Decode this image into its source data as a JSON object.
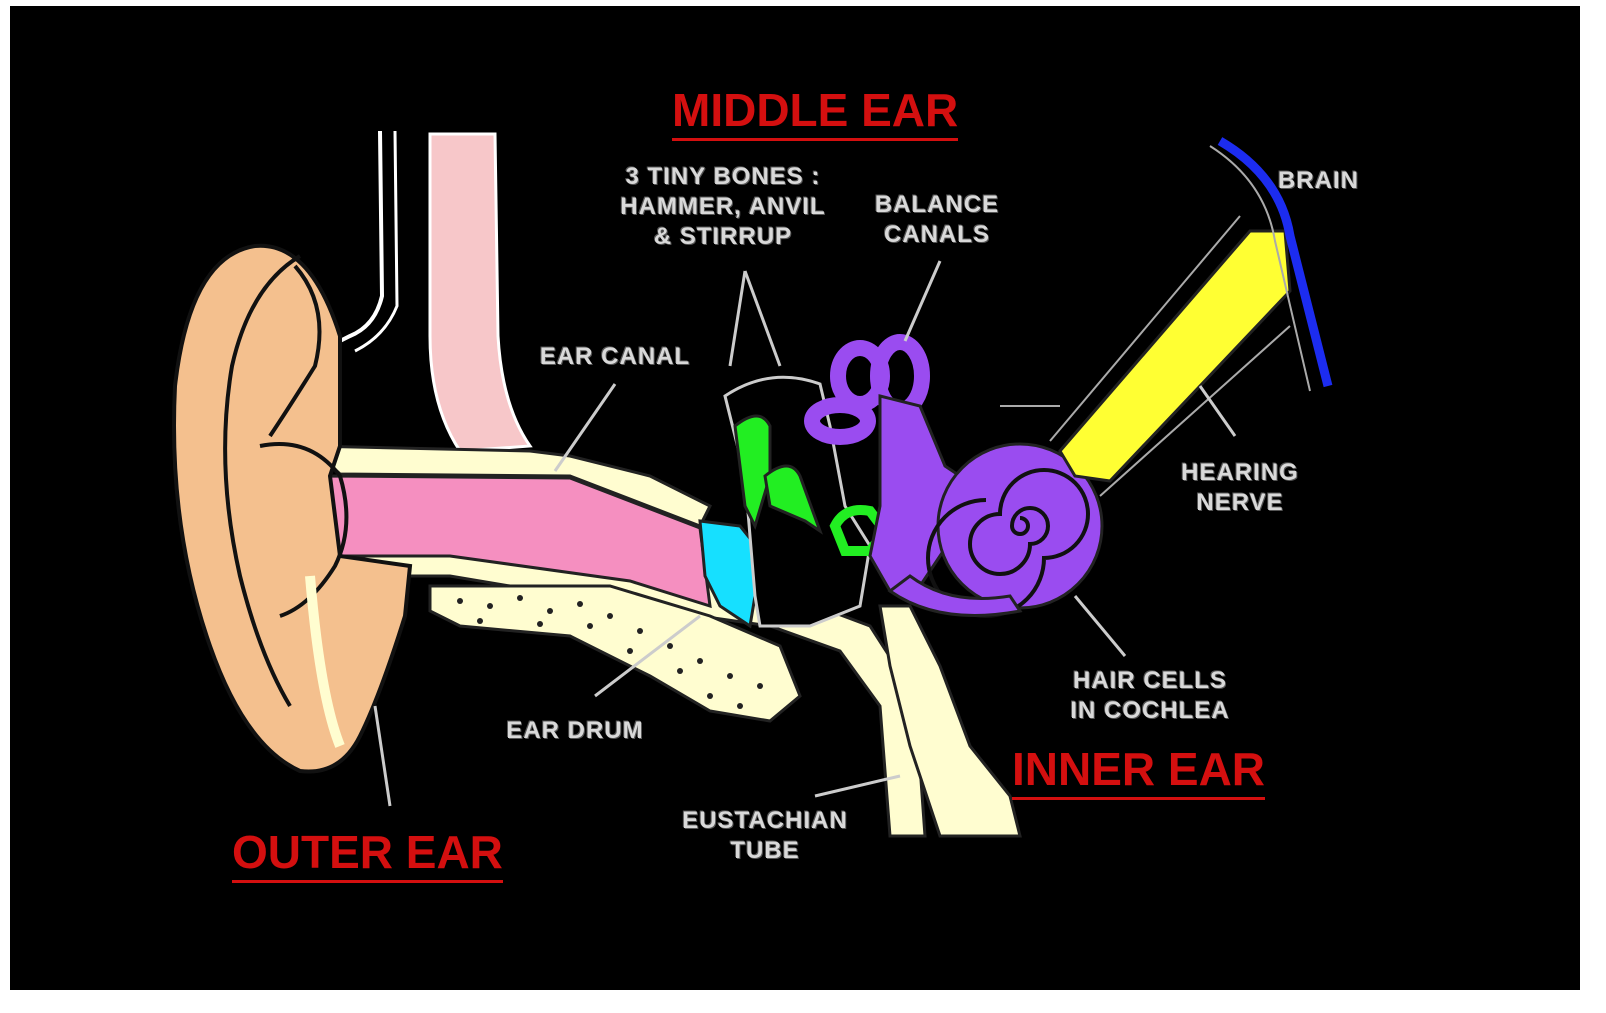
{
  "section_titles": {
    "middle_ear": "MIDDLE EAR",
    "outer_ear": "OUTER EAR",
    "inner_ear": "INNER EAR"
  },
  "labels": {
    "tiny_bones": [
      "3 TINY BONES :",
      "HAMMER, ANVIL",
      "& STIRRUP"
    ],
    "balance_canals": [
      "BALANCE",
      "CANALS"
    ],
    "brain": "BRAIN",
    "ear_canal": "EAR CANAL",
    "hearing_nerve": [
      "HEARING",
      "NERVE"
    ],
    "hair_cells": [
      "HAIR CELLS",
      "IN COCHLEA"
    ],
    "ear_drum": "EAR DRUM",
    "eustachian_tube": [
      "EUSTACHIAN",
      "TUBE"
    ]
  },
  "colors": {
    "background": "#000000",
    "title_red": "#d40f0f",
    "label_gray": "#d9d9d9",
    "skin": "#f4c08e",
    "canal_pink": "#f58fc0",
    "vessel_pink": "#f7c7c9",
    "bone_cream": "#fffdd0",
    "ear_drum_cyan": "#16e0ff",
    "ossicles_green": "#22ee22",
    "cochlea_purple": "#9a4cf0",
    "nerve_yellow": "#ffff33",
    "brain_blue": "#1c2cf0"
  }
}
